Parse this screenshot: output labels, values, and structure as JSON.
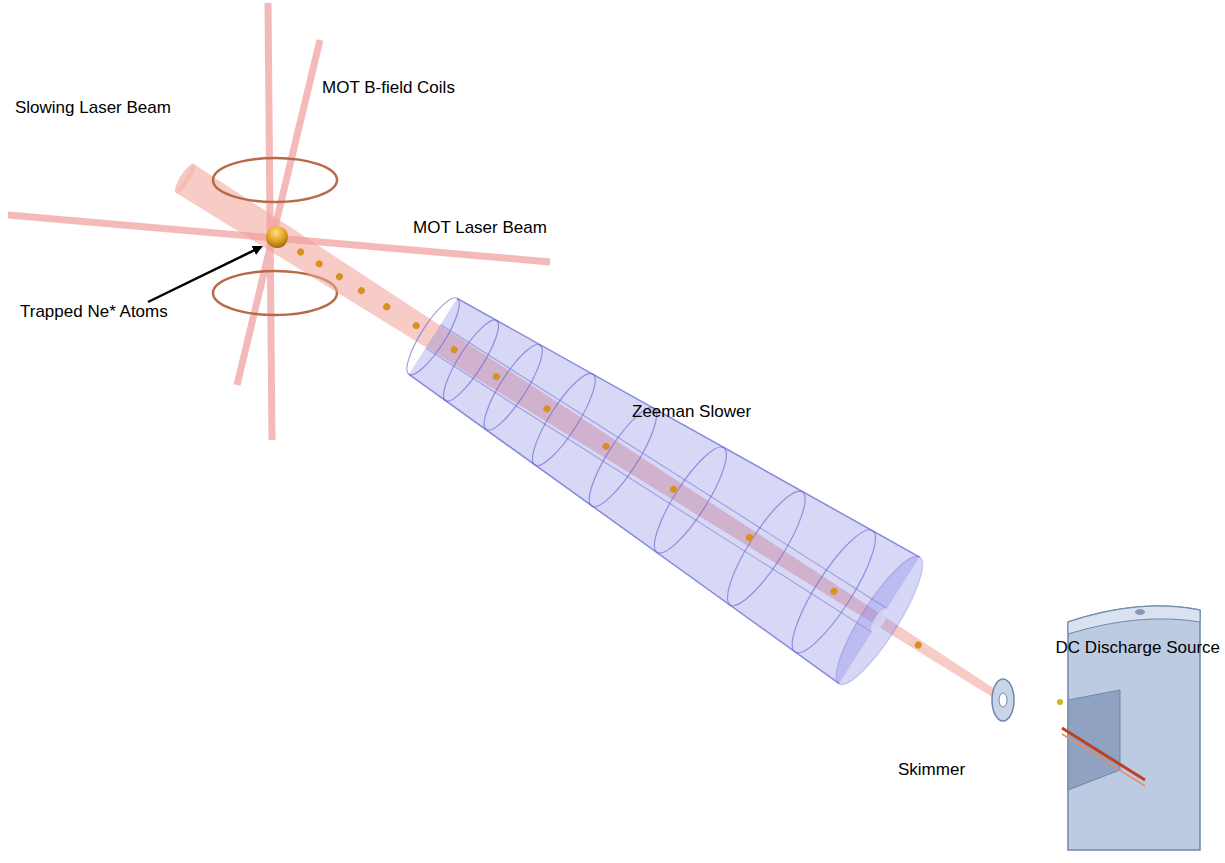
{
  "diagram": {
    "labels": [
      "Slowing Laser Beam",
      "MOT B-field Coils",
      "MOT Laser Beam",
      "Trapped Ne* Atoms",
      "Zeeman Slower",
      "DC Discharge Source",
      "Skimmer"
    ]
  }
}
